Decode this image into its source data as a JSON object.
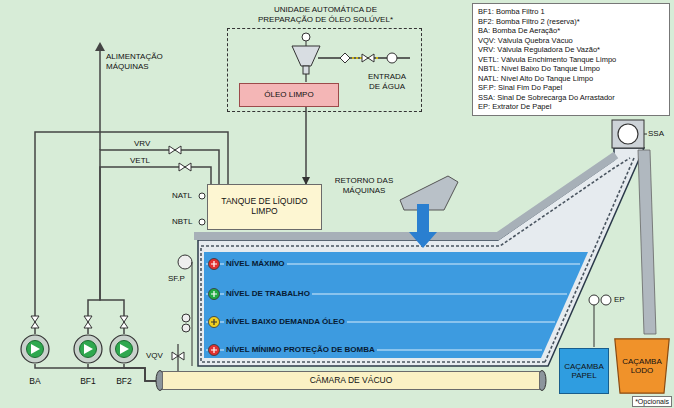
{
  "diagram": {
    "nodes": [
      {
        "text": [
          "UNIDADE AUTOMÁTICA DE PREPARAÇÃO DE ÓLEO SOLÚVEL*"
        ]
      },
      {
        "text": [
          "ÓLEO LIMPO"
        ],
        "in": 0
      },
      {
        "text": [
          "BF1: Bomba Filtro 1",
          "BF2: Bomba Filtro 2 (reserva)*",
          "BA: Bomba De Aeração*",
          "VQV: Válvula Quebra Vácuo",
          "VRV: Válvula Reguladora De Vazão*",
          "VETL: Válvula Enchimento Tanque Limpo",
          "NBTL: Nível Baixo Do Tanque Limpo",
          "NATL: Nível Alto Do Tanque Limpo",
          "SF.P: Sinal Fim Do Papel",
          "SSA: Sinal De Sobrecarga Do Arrastador",
          "EP: Extrator De Papel"
        ]
      },
      {
        "text": [
          "TANQUE DE LÍQUIDO LIMPO"
        ]
      },
      {
        "text": [
          "BA"
        ]
      },
      {
        "text": [
          "BF1"
        ]
      },
      {
        "text": [
          "BF2"
        ]
      },
      {
        "text": [
          "CÂMARA DE VÁCUO"
        ]
      },
      {
        "text": [
          "CAÇAMBA PAPEL"
        ]
      },
      {
        "text": [
          "CAÇAMBA LODO"
        ]
      }
    ],
    "edges": [
      {
        "from": 1,
        "to": 3,
        "arrow": "to"
      },
      {
        "from": 4,
        "to": 3,
        "arrow": "none"
      },
      {
        "from": 5,
        "to": 3,
        "arrow": "none"
      },
      {
        "from": 6,
        "to": 3,
        "arrow": "none"
      },
      {
        "from": 7,
        "to": 4,
        "arrow": "none"
      },
      {
        "from": 7,
        "to": 5,
        "arrow": "none"
      },
      {
        "from": 7,
        "to": 6,
        "arrow": "none"
      }
    ],
    "labels": [
      "ENTRADA DE ÁGUA",
      "ALIMENTAÇÃO MÁQUINAS",
      "VRV",
      "VETL",
      "NATL",
      "NBTL",
      "RETORNO DAS MÁQUINAS",
      "SSA",
      "NÍVEL MÁXIMO",
      "NÍVEL DE TRABALHO",
      "NÍVEL BAIXO DEMANDA ÓLEO",
      "NÍVEL MÍNIMO PROTEÇÃO DE BOMBA",
      "SF.P",
      "VQV",
      "EP",
      "*Opcionais"
    ]
  }
}
